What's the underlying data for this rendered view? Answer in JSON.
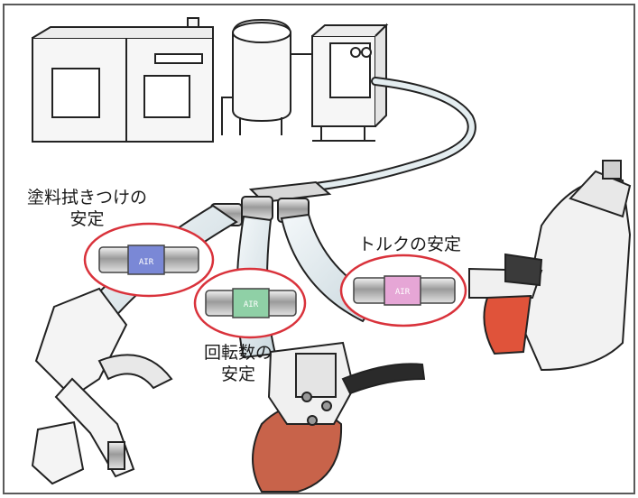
{
  "labels": {
    "paint_spray_line1": "塗料拭きつけの",
    "paint_spray_line2": "安定",
    "rotation_line1": "回転数の",
    "rotation_line2": "安定",
    "torque": "トルクの安定"
  },
  "regulator_text": "AIR",
  "colors": {
    "frame": "#5a5a5a",
    "hose": "#dde8ec",
    "callout_ring": "#d9323b",
    "band_blue": "#7a88d6",
    "band_green": "#8fd0a6",
    "band_pink": "#e6a6d6",
    "grip_red": "#e0533a",
    "disc_orange": "#c8634a"
  }
}
